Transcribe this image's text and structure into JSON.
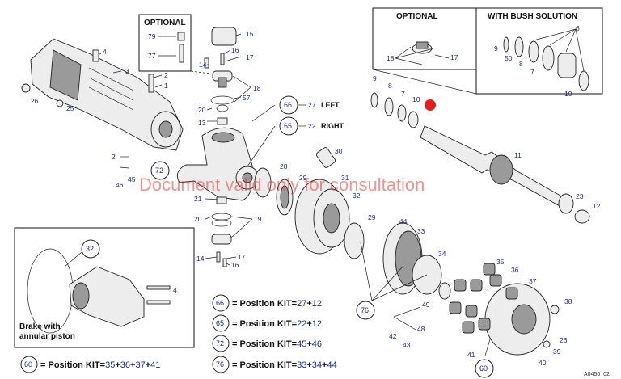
{
  "optional_box_left": {
    "title": "OPTIONAL",
    "labels": [
      "79",
      "77"
    ]
  },
  "optional_box_right": {
    "title": "OPTIONAL",
    "labels": [
      "18",
      "17"
    ]
  },
  "bush_box": {
    "title": "WITH BUSH SOLUTION",
    "labels": [
      "6",
      "9",
      "50",
      "8",
      "7",
      "10"
    ]
  },
  "side_callouts": [
    {
      "circle": "66",
      "num": "27",
      "text": "LEFT"
    },
    {
      "circle": "65",
      "num": "22",
      "text": "RIGHT"
    }
  ],
  "brake": {
    "circle": "32",
    "label_line1": "Brake with",
    "label_line2": "annular piston",
    "num": "4"
  },
  "kits": [
    {
      "circle": "66",
      "text": "= Position KIT=",
      "parts": [
        "27",
        "12"
      ]
    },
    {
      "circle": "65",
      "text": "= Position KIT=",
      "parts": [
        "22",
        "12"
      ]
    },
    {
      "circle": "72",
      "text": "= Position KIT=",
      "parts": [
        "45",
        "46"
      ]
    },
    {
      "circle": "76",
      "text": "= Position KIT=",
      "parts": [
        "33",
        "34",
        "44"
      ]
    },
    {
      "circle": "60",
      "text": "= Position KIT=",
      "parts": [
        "35",
        "36",
        "37",
        "41"
      ]
    }
  ],
  "part_numbers": [
    "15",
    "16",
    "17",
    "14",
    "18",
    "57",
    "20",
    "13",
    "4",
    "3",
    "2",
    "26",
    "25",
    "1",
    "2",
    "46",
    "45",
    "72",
    "21",
    "20",
    "19",
    "14",
    "16",
    "17",
    "30",
    "28",
    "29",
    "31",
    "32",
    "9",
    "8",
    "7",
    "10",
    "11",
    "23",
    "12",
    "44",
    "33",
    "29",
    "34",
    "35",
    "36",
    "37",
    "38",
    "76",
    "49",
    "48",
    "42",
    "43",
    "41",
    "26",
    "39",
    "40",
    "60"
  ],
  "watermark": "Document valid only for consultation",
  "reference": "A0456_02"
}
